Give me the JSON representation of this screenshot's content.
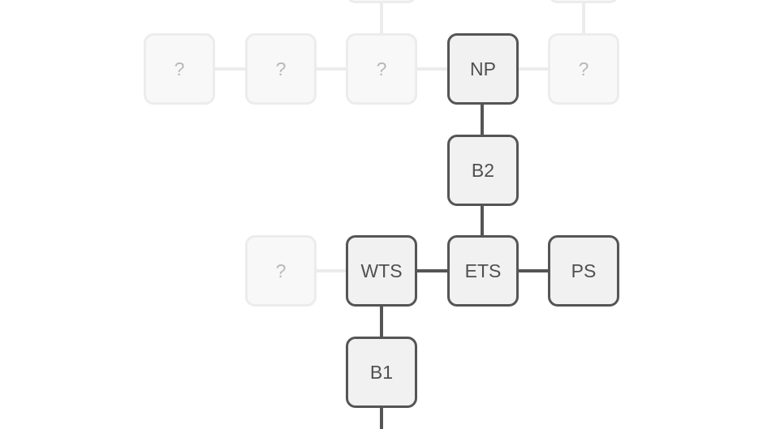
{
  "skill_tree": {
    "nodes": {
      "locked_top_left": {
        "label": ""
      },
      "locked_top_right": {
        "label": ""
      },
      "locked_row1_a": {
        "label": "?"
      },
      "locked_row1_b": {
        "label": "?"
      },
      "locked_row1_c": {
        "label": "?"
      },
      "np": {
        "label": "NP"
      },
      "locked_row1_e": {
        "label": "?"
      },
      "b2": {
        "label": "B2"
      },
      "locked_row3_a": {
        "label": "?"
      },
      "wts": {
        "label": "WTS"
      },
      "ets": {
        "label": "ETS"
      },
      "ps": {
        "label": "PS"
      },
      "b1": {
        "label": "B1"
      }
    }
  },
  "colors": {
    "active_border": "#555555",
    "active_fill": "#f1f1f1",
    "locked_border": "#ececec",
    "locked_fill": "#f8f8f8",
    "locked_text": "#b8b8b8"
  }
}
